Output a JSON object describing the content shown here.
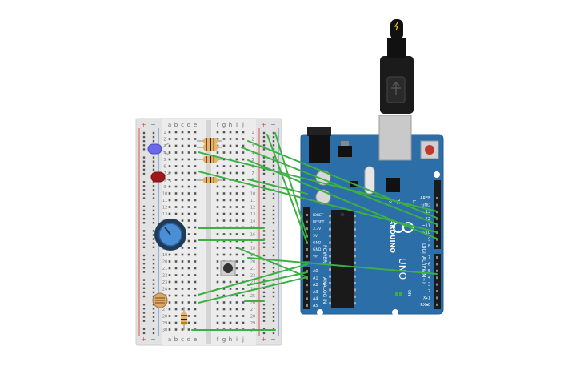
{
  "breadboard": {
    "col_letters_left": [
      "a",
      "b",
      "c",
      "d",
      "e"
    ],
    "col_letters_right": [
      "f",
      "g",
      "h",
      "i",
      "j"
    ],
    "row_numbers": [
      "1",
      "2",
      "3",
      "4",
      "5",
      "6",
      "7",
      "8",
      "9",
      "10",
      "11",
      "12",
      "13",
      "14",
      "15",
      "16",
      "17",
      "18",
      "19",
      "20",
      "21",
      "22",
      "23",
      "24",
      "25",
      "26",
      "27",
      "28",
      "29",
      "30"
    ],
    "rail_plus": "+",
    "rail_minus": "−"
  },
  "arduino": {
    "brand": "ARDUINO",
    "model": "UNO",
    "power_header_title": "POWER",
    "analog_header_title": "ANALOG IN",
    "digital_header_title": "DIGITAL (PWM~)",
    "power_pins": [
      "IOREF",
      "RESET",
      "3.3V",
      "5V",
      "GND",
      "GND",
      "Vin"
    ],
    "analog_pins": [
      "A0",
      "A1",
      "A2",
      "A3",
      "A4",
      "A5"
    ],
    "digital_pins": [
      "AREF",
      "GND",
      "13",
      "12",
      "~11",
      "~10",
      "~9",
      "8",
      "7",
      "~6",
      "~5",
      "4",
      "~3",
      "2",
      "TX▸1",
      "RX◂0"
    ],
    "label_tx": "TX",
    "label_rx": "RX",
    "label_l": "L",
    "label_on": "ON"
  },
  "colors": {
    "wire": "#3cb043",
    "board": "#2b6ea8",
    "breadboard": "#e4e4e4",
    "rail_red": "#d9534f",
    "rail_blue": "#4a7fc1"
  }
}
